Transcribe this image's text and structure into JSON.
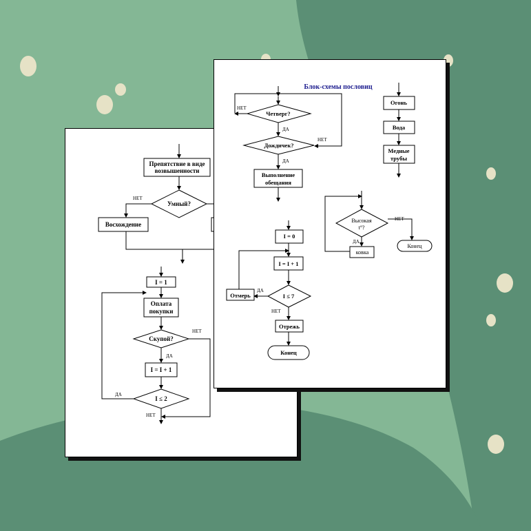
{
  "left_page": {
    "obstacle": [
      "Препятствие в виде",
      "возвышенности"
    ],
    "smart": "Умный?",
    "no1": "НЕТ",
    "ascent": "Восхождение",
    "i1": "I = 1",
    "pay": [
      "Оплата",
      "покупки"
    ],
    "stingy": "Скупой?",
    "no2": "НЕТ",
    "yes1": "ДА",
    "inc": "I = I + 1",
    "cond": "I ≤ 2",
    "yes2": "ДА",
    "no3": "НЕТ"
  },
  "right_page": {
    "title": "Блок-схемы пословиц",
    "thursday": "Четверг?",
    "no1": "НЕТ",
    "yes1": "ДА",
    "rain": "Дождичек?",
    "no2": "НЕТ",
    "yes2": "ДА",
    "promise": [
      "Выполнение",
      "обещания"
    ],
    "fire": "Огонь",
    "water": "Вода",
    "pipes": [
      "Медные",
      "трубы"
    ],
    "i0": "I = 0",
    "inc": "I = I + 1",
    "measure": "Отмерь",
    "yes3": "ДА",
    "cond": "I ≤ 7",
    "no3": "НЕТ",
    "cut": "Отрежь",
    "end1": "Конец",
    "high": "Высокая",
    "temp": "t°?",
    "no4": "НЕТ",
    "yes4": "ДА",
    "forge": "ковка",
    "end2": "Конец"
  },
  "colors": {
    "bg_light": "#84b795",
    "bg_dark": "#5b8f75",
    "title_blue": "#1c1c8e",
    "dot": "#e6e2c6"
  }
}
